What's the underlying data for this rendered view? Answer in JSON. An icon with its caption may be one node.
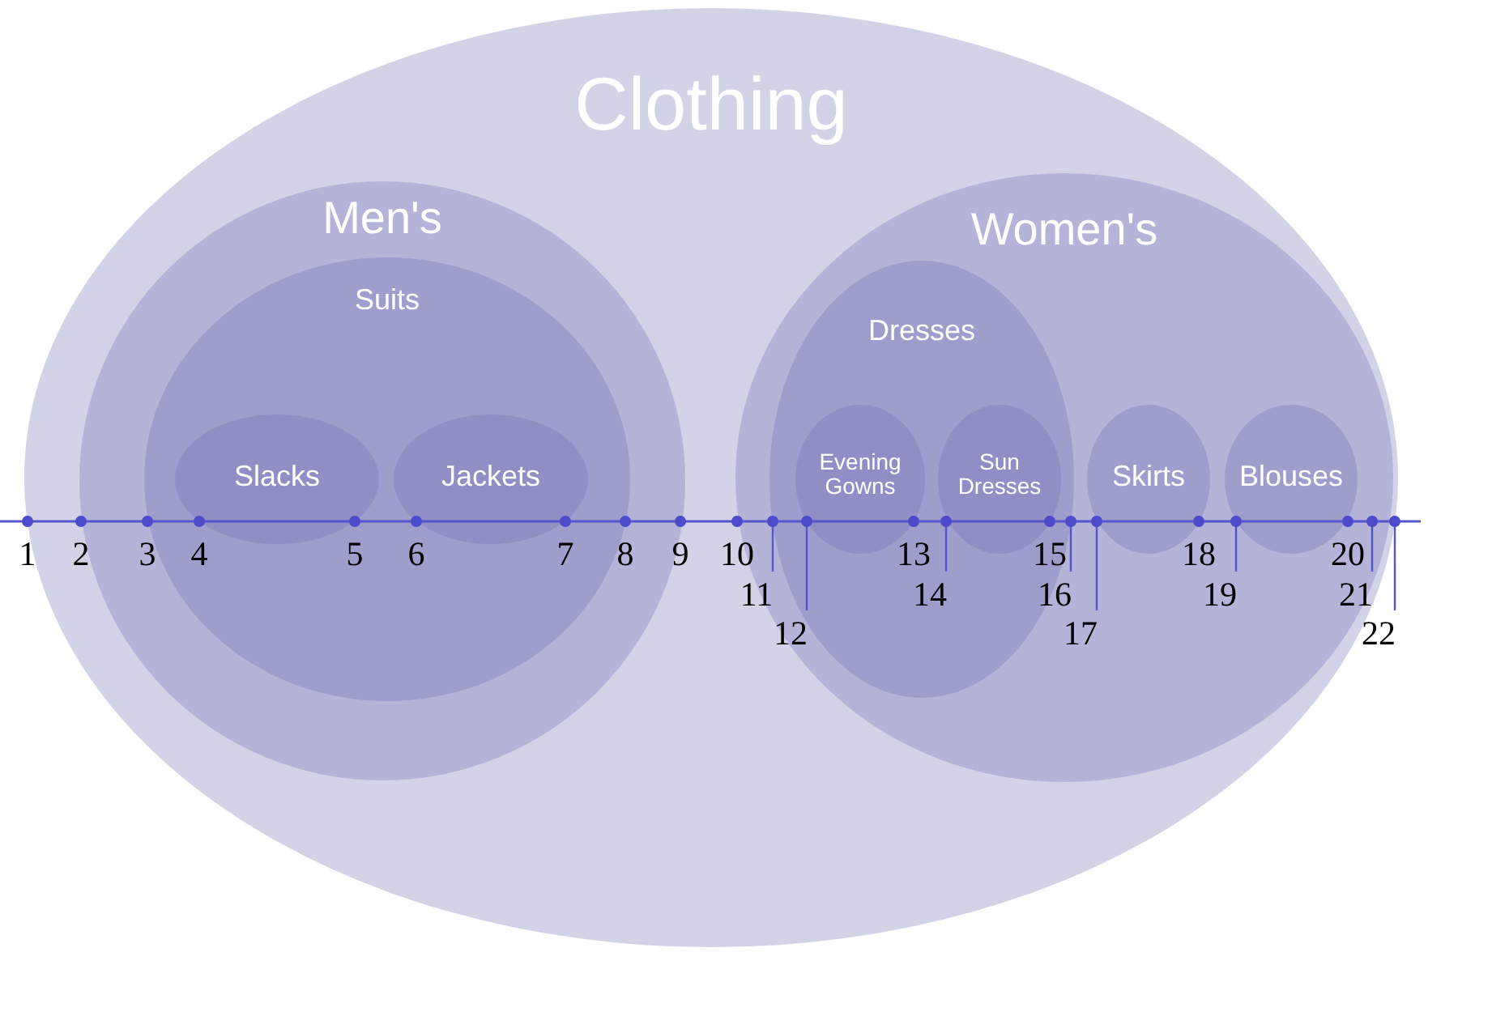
{
  "diagram": {
    "nodes": [
      {
        "text": [
          "Clothing"
        ]
      },
      {
        "text": [
          "Men's"
        ],
        "in": 0
      },
      {
        "text": [
          "Suits"
        ],
        "in": 1
      },
      {
        "text": [
          "Slacks"
        ],
        "in": 2
      },
      {
        "text": [
          "Jackets"
        ],
        "in": 2
      },
      {
        "text": [
          "Women's"
        ],
        "in": 0
      },
      {
        "text": [
          "Dresses"
        ],
        "in": 5
      },
      {
        "text": [
          "Evening Gowns"
        ],
        "in": 6
      },
      {
        "text": [
          "Sun Dresses"
        ],
        "in": 6
      },
      {
        "text": [
          "Skirts"
        ],
        "in": 5
      },
      {
        "text": [
          "Blouses"
        ],
        "in": 5
      }
    ],
    "edges": [],
    "labels": [
      "1",
      "2",
      "3",
      "4",
      "5",
      "6",
      "7",
      "8",
      "9",
      "10",
      "11",
      "12",
      "13",
      "14",
      "15",
      "16",
      "17",
      "18",
      "19",
      "20",
      "21",
      "22"
    ]
  }
}
